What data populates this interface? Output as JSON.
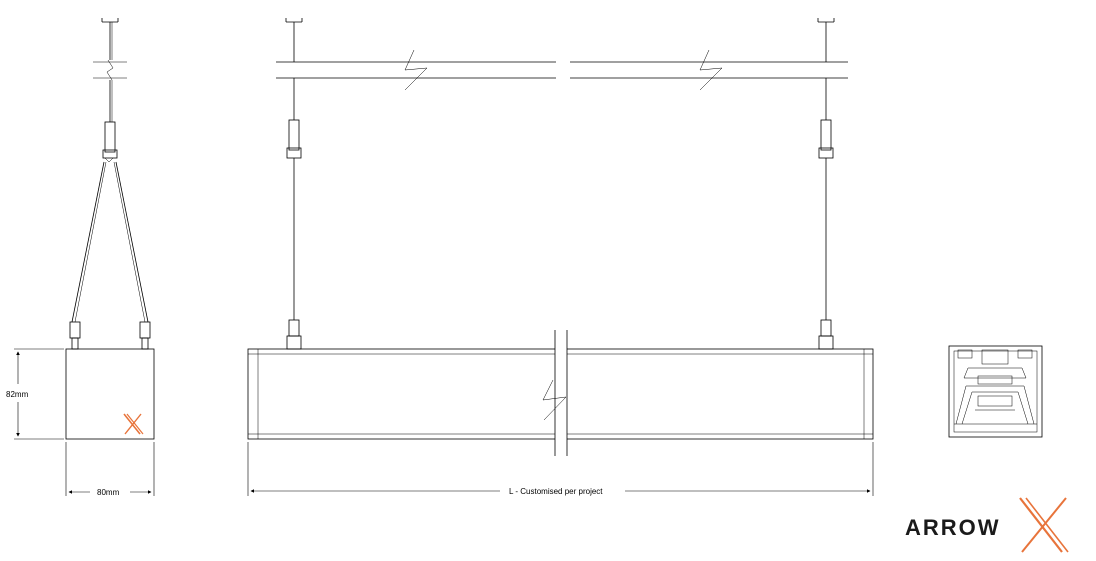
{
  "dimensions": {
    "height_label": "82mm",
    "width_label": "80mm",
    "length_label": "L - Customised per project"
  },
  "logo": {
    "word": "ARROW",
    "accent_color": "#e8743b"
  },
  "colors": {
    "line": "#000000",
    "brand_accent": "#e8743b"
  }
}
